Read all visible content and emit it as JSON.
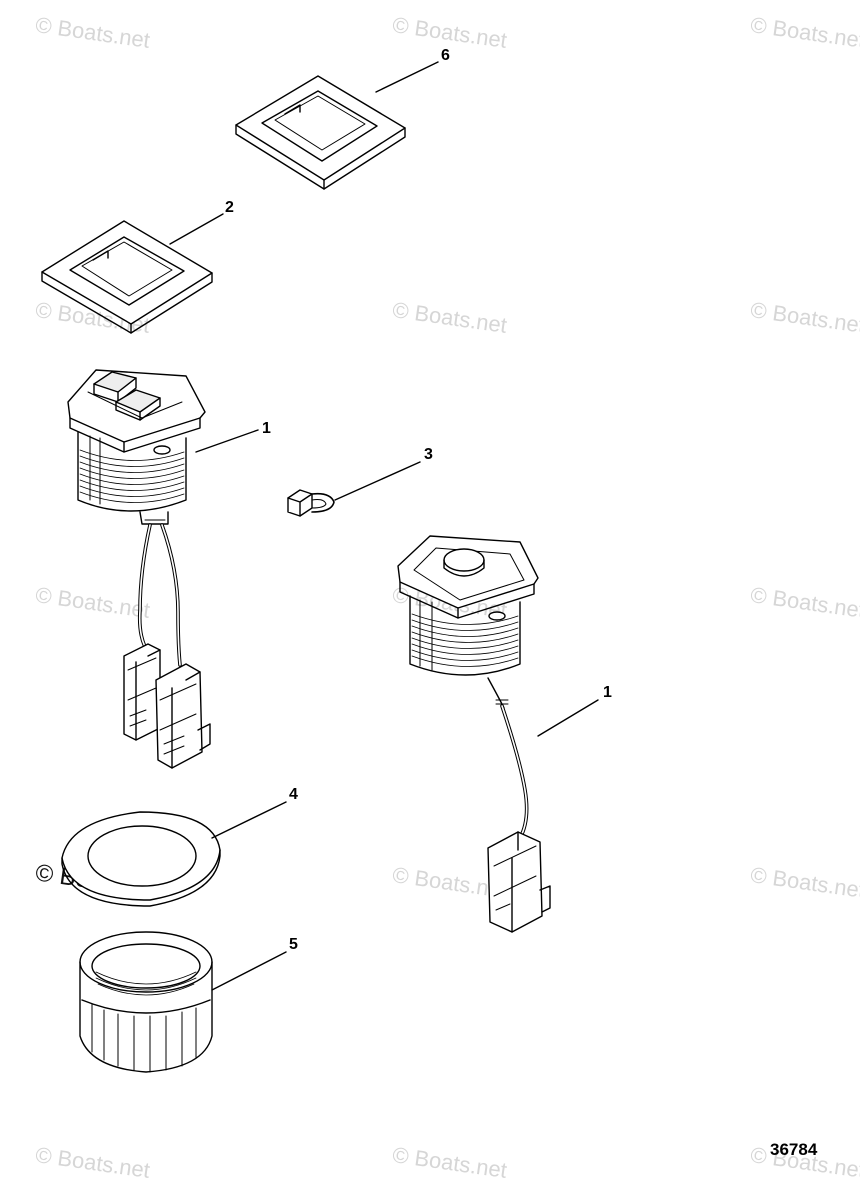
{
  "watermark_text": "© Boats.net",
  "figure_number": "36784",
  "callouts": {
    "c6": "6",
    "c2": "2",
    "c1a": "1",
    "c3": "3",
    "c1b": "1",
    "c4": "4",
    "c5": "5"
  },
  "colors": {
    "line": "#000000",
    "watermark": "#d6d6d6",
    "background": "#ffffff"
  }
}
